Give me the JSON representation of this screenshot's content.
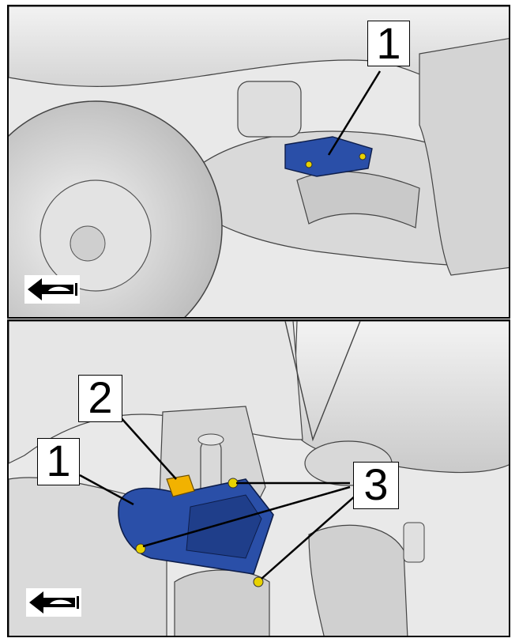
{
  "panels": [
    {
      "id": "top",
      "callouts": [
        {
          "label": "1"
        }
      ],
      "icons": [
        "direction-arrow-car-icon"
      ]
    },
    {
      "id": "bottom",
      "callouts": [
        {
          "label": "2"
        },
        {
          "label": "1"
        },
        {
          "label": "3"
        }
      ],
      "icons": [
        "direction-arrow-car-icon"
      ]
    }
  ],
  "colors": {
    "actuator": "#2a4fa8",
    "connector": "#f2b200",
    "bolt": "#e8d200",
    "line": "#000000"
  }
}
